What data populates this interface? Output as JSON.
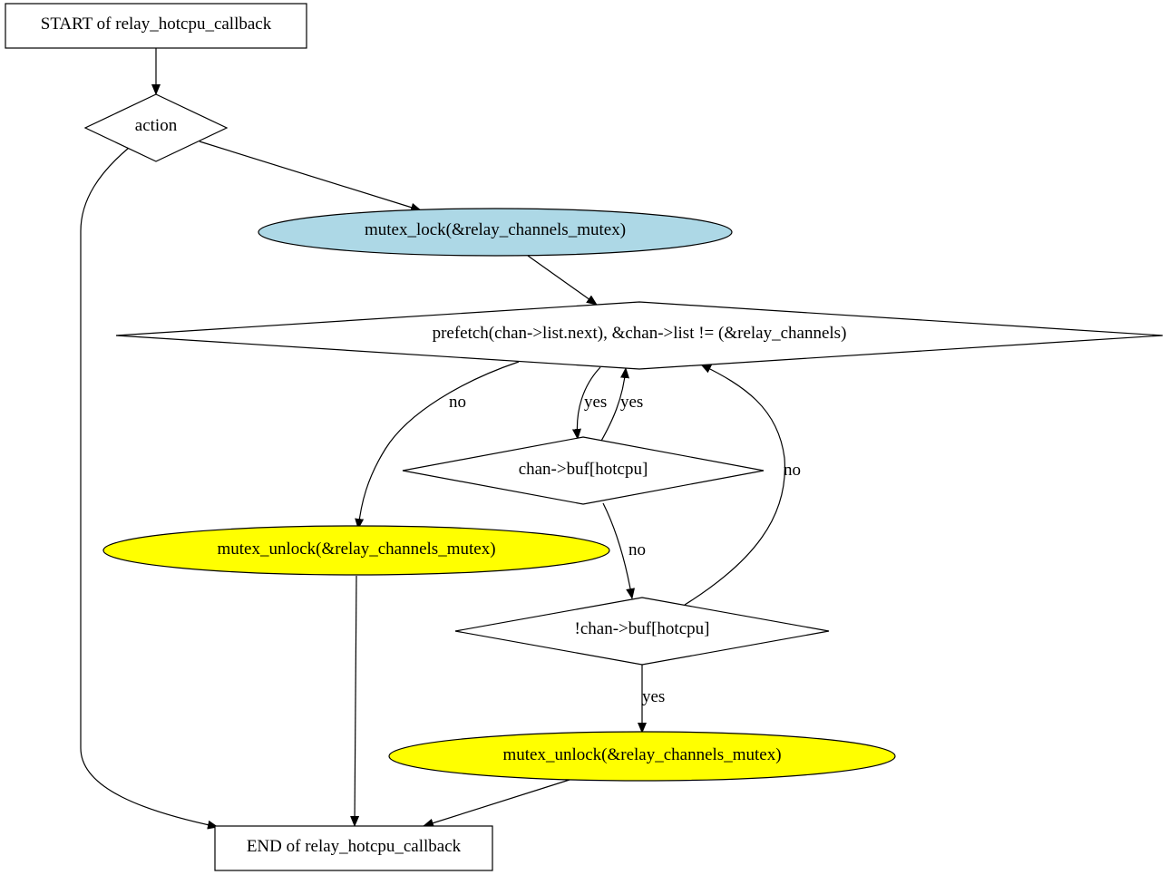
{
  "colors": {
    "plain_fill": "#ffffff",
    "lock_fill": "#add8e6",
    "unlock_fill": "#ffff00",
    "stroke": "#000000",
    "background": "#ffffff"
  },
  "nodes": {
    "start": {
      "label": "START of relay_hotcpu_callback",
      "shape": "box"
    },
    "action": {
      "label": "action",
      "shape": "diamond"
    },
    "lock": {
      "label": "mutex_lock(&relay_channels_mutex)",
      "shape": "ellipse"
    },
    "loop": {
      "label": "prefetch(chan->list.next), &chan->list != (&relay_channels)",
      "shape": "diamond"
    },
    "buf": {
      "label": "chan->buf[hotcpu]",
      "shape": "diamond"
    },
    "notbuf": {
      "label": "!chan->buf[hotcpu]",
      "shape": "diamond"
    },
    "unlock_left": {
      "label": "mutex_unlock(&relay_channels_mutex)",
      "shape": "ellipse"
    },
    "unlock_right": {
      "label": "mutex_unlock(&relay_channels_mutex)",
      "shape": "ellipse"
    },
    "end": {
      "label": "END of relay_hotcpu_callback",
      "shape": "box"
    }
  },
  "edge_labels": {
    "loop_to_unlock_left": "no",
    "loop_to_buf": "yes",
    "buf_to_loop": "yes",
    "buf_to_notbuf": "no",
    "notbuf_to_loop": "no",
    "notbuf_to_unlock_right": "yes"
  }
}
